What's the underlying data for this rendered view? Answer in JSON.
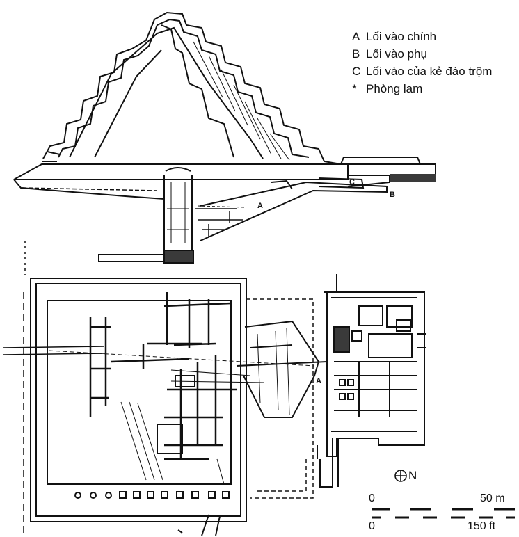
{
  "legend": {
    "items": [
      {
        "key": "A",
        "label": "Lối vào chính"
      },
      {
        "key": "B",
        "label": "Lối vào phụ"
      },
      {
        "key": "C",
        "label": "Lối vào của kẻ đào trộm"
      },
      {
        "key": "*",
        "label": "Phòng lam"
      }
    ]
  },
  "section_labels": {
    "a": "A",
    "b": "B",
    "c": "C"
  },
  "plan_labels": {
    "a": "A"
  },
  "compass": {
    "label": "N"
  },
  "scale": {
    "zero_m": "0",
    "max_m": "50 m",
    "zero_ft": "0",
    "max_ft": "150 ft"
  },
  "colors": {
    "ink": "#111111",
    "paper": "#ffffff",
    "shade": "#3a3a3a"
  }
}
